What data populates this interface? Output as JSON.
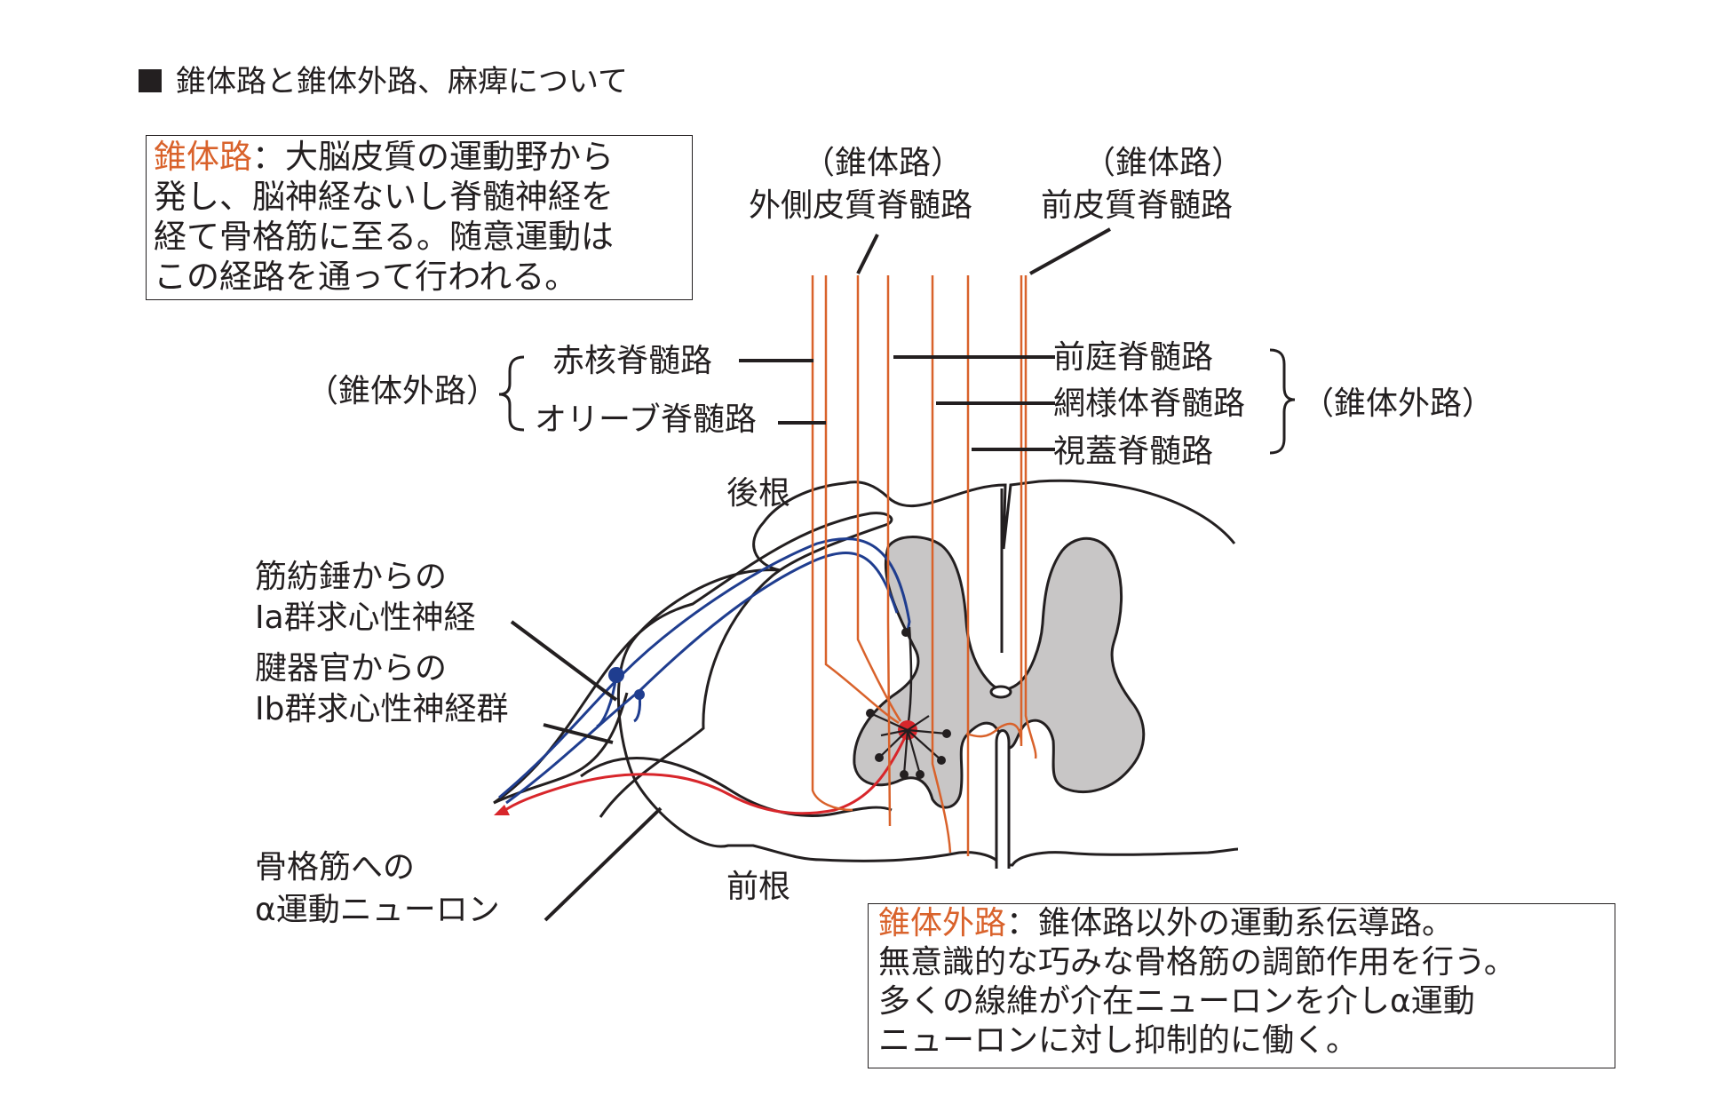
{
  "header": {
    "title": "錐体路と錐体外路、麻痺について"
  },
  "pyramidal_box": {
    "term": "錐体路",
    "line1_rest": "：大脳皮質の運動野から",
    "line2": "発し、脳神経ないし脊髄神経を",
    "line3": "経て骨格筋に至る。随意運動は",
    "line4": "この経路を通って行われる。"
  },
  "extrapyramidal_box": {
    "term": "錐体外路",
    "line1_rest": "：錐体路以外の運動系伝導路。",
    "line2": "無意識的な巧みな骨格筋の調節作用を行う。",
    "line3": "多くの線維が介在ニューロンを介しα運動",
    "line4": "ニューロンに対し抑制的に働く。"
  },
  "tracts": {
    "lateral_tag": "（錐体路）",
    "lateral_name": "外側皮質脊髄路",
    "anterior_tag": "（錐体路）",
    "anterior_name": "前皮質脊髄路",
    "left_group_tag": "（錐体外路）",
    "rubrospinal": "赤核脊髄路",
    "olivospinal": "オリーブ脊髄路",
    "vestibulospinal": "前庭脊髄路",
    "reticulospinal": "網様体脊髄路",
    "tectospinal": "視蓋脊髄路",
    "right_group_tag": "（錐体外路）"
  },
  "roots": {
    "dorsal": "後根",
    "ventral": "前根"
  },
  "fibers": {
    "ia_line1": "筋紡錘からの",
    "ia_line2": "Ia群求心性神経",
    "ib_line1": "腱器官からの",
    "ib_line2": "Ib群求心性神経群",
    "alpha_line1": "骨格筋への",
    "alpha_line2": "α運動ニューロン"
  },
  "colors": {
    "ink": "#231f20",
    "orange_tract": "#d9622b",
    "blue_afferent": "#1f3d8f",
    "red_efferent": "#d8262b",
    "gray_matter": "#c8c6c6"
  }
}
